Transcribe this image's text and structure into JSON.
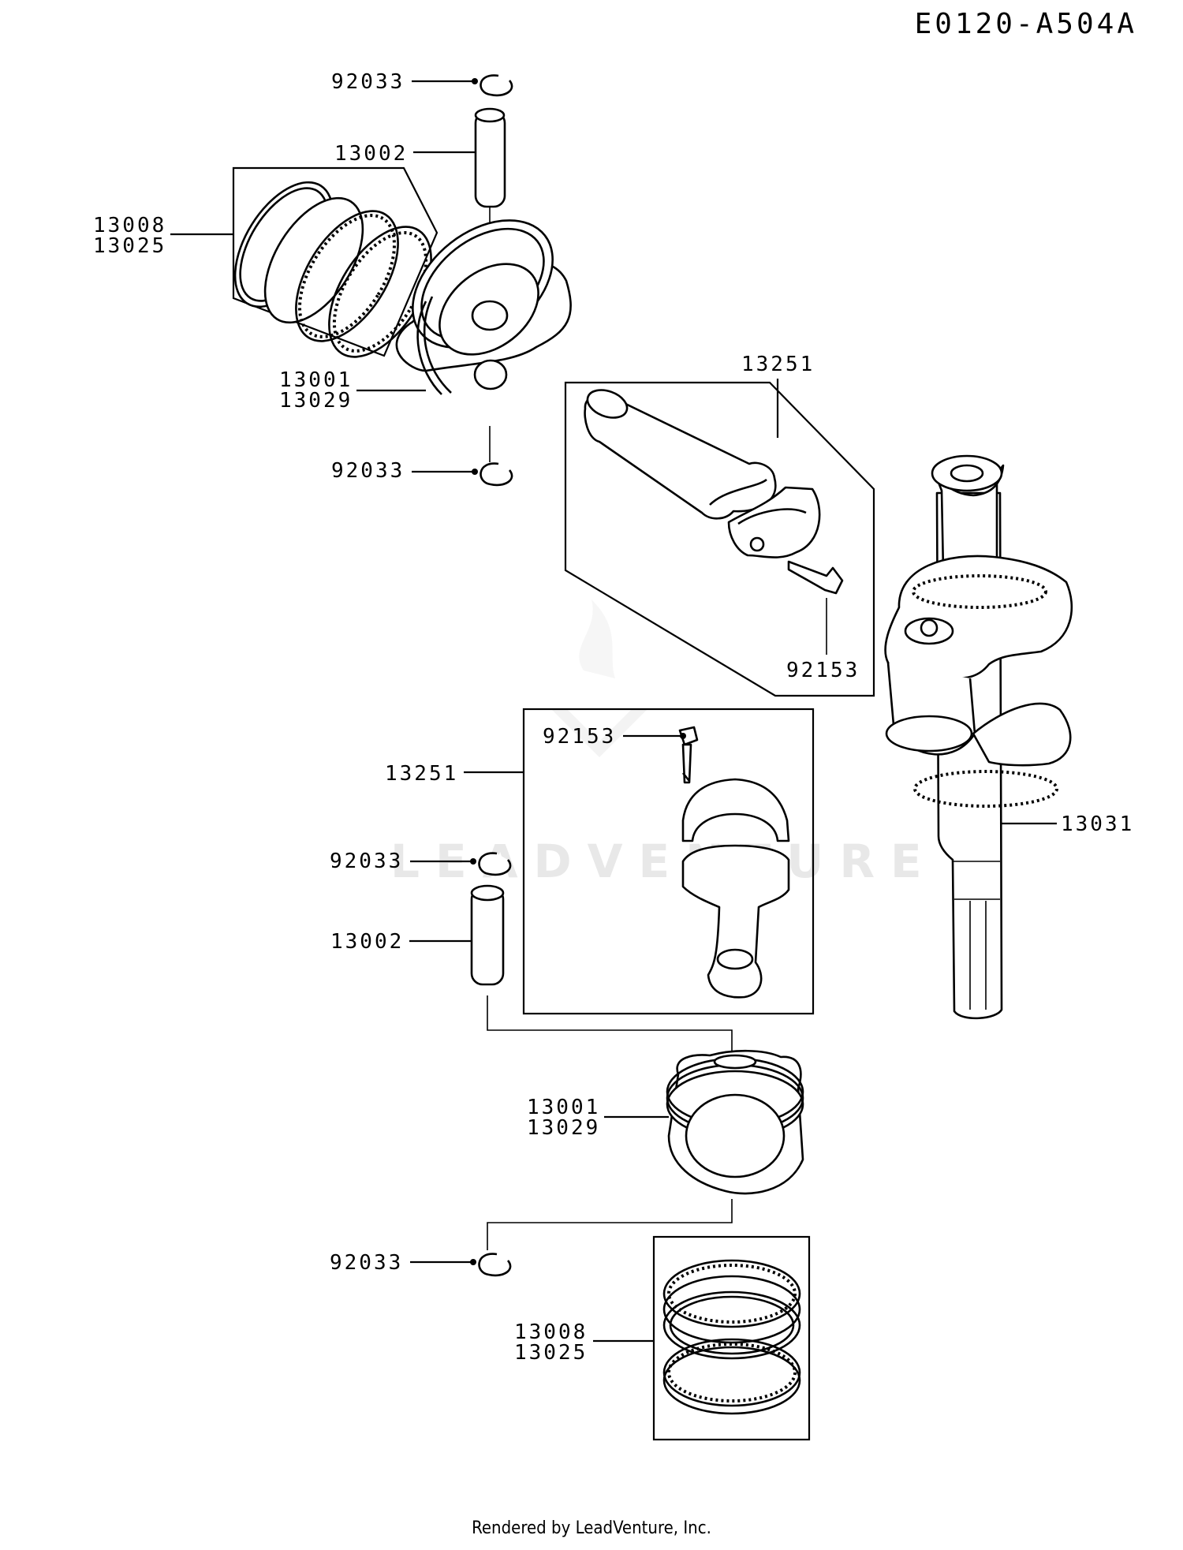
{
  "diagram_id": "E0120-A504A",
  "footer": "Rendered by LeadVenture, Inc.",
  "watermark": "LEADVENTURE",
  "callouts": {
    "c01": "92033",
    "c02": "13002",
    "c03": [
      "13008",
      "13025"
    ],
    "c04": [
      "13001",
      "13029"
    ],
    "c05": "92033",
    "c06": "13251",
    "c07": "92153",
    "c08": "13031",
    "c09": "92153",
    "c10": "13251",
    "c11": "92033",
    "c12": "13002",
    "c13": [
      "13001",
      "13029"
    ],
    "c14": "92033",
    "c15": [
      "13008",
      "13025"
    ]
  }
}
